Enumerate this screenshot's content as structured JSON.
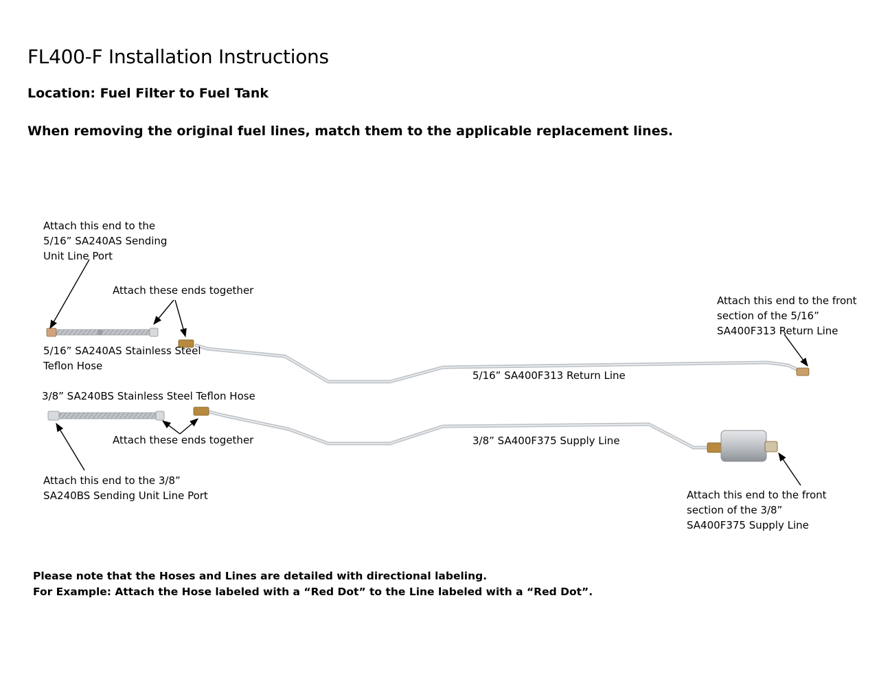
{
  "title": "FL400-F Installation Instructions",
  "location": "Location: Fuel Filter to Fuel Tank",
  "subtitle": "When removing the original fuel lines, match them to the applicable replacement lines.",
  "labels": {
    "hose_5_16_attach": "Attach this end to the\n5/16” SA240AS Sending\nUnit Line Port",
    "together_top": "Attach these ends together",
    "return_front": "Attach this end to the front\nsection of the 5/16”\nSA400F313 Return Line",
    "hose_5_16_name": "5/16” SA240AS Stainless Steel\nTeflon Hose",
    "return_line": "5/16” SA400F313 Return Line",
    "hose_3_8_name": "3/8” SA240BS Stainless Steel Teflon Hose",
    "together_bottom": "Attach these ends together",
    "supply_line": "3/8” SA400F375 Supply Line",
    "hose_3_8_attach": "Attach this end to the 3/8”\nSA240BS Sending Unit Line Port",
    "supply_front": "Attach this end to the front\nsection of the 3/8”\nSA400F375 Supply Line"
  },
  "notes": {
    "line1": "Please note that the Hoses and Lines are detailed with directional labeling.",
    "line2": "For Example: Attach the Hose labeled with a “Red Dot” to the Line labeled with a “Red Dot”."
  },
  "colors": {
    "tube": "#c9ccd0",
    "tube_highlight": "#eef0f2",
    "filter": "#b9bdc2",
    "fitting_brass": "#b8893e"
  }
}
